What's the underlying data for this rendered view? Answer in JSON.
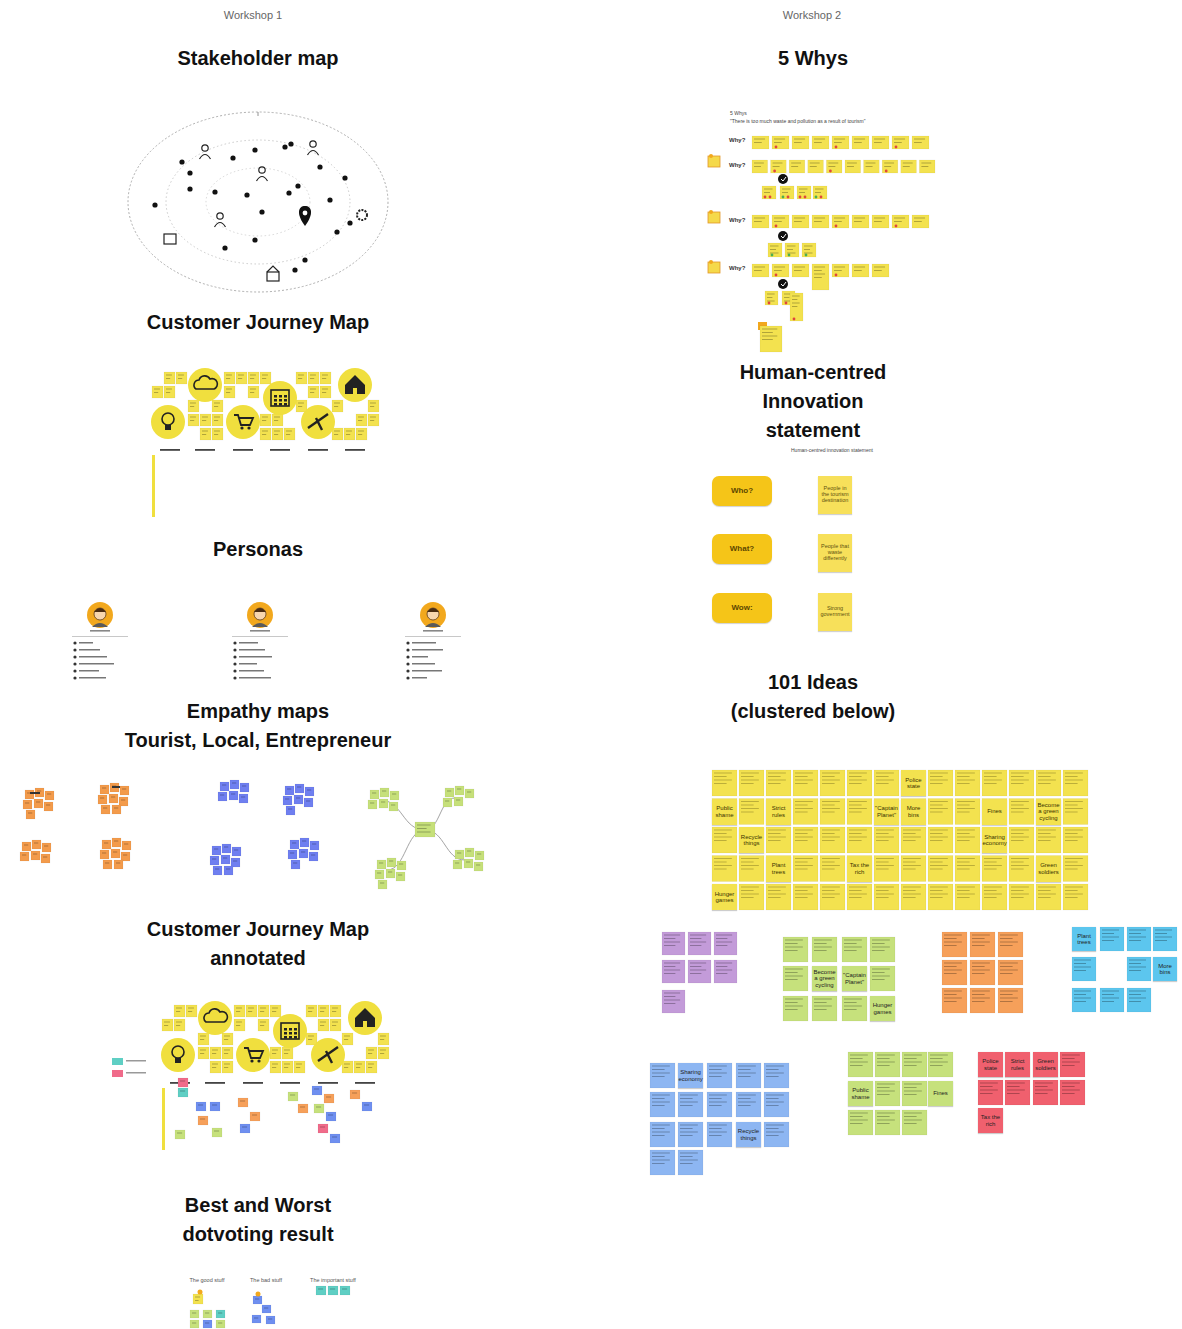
{
  "diagram": {
    "nodes": [
      {
        "text": [
          "Who?"
        ]
      },
      {
        "text": [
          "People in the tourism destination"
        ]
      },
      {
        "text": [
          "What?"
        ]
      },
      {
        "text": [
          "People that waste differently"
        ]
      },
      {
        "text": [
          "Wow:"
        ]
      },
      {
        "text": [
          "Strong government"
        ]
      },
      {
        "text": [
          "Police state"
        ]
      },
      {
        "text": [
          "Public shame"
        ]
      },
      {
        "text": [
          "Strict rules"
        ]
      },
      {
        "text": [
          "\"Captain Planet\""
        ]
      },
      {
        "text": [
          "More bins"
        ]
      },
      {
        "text": [
          "Fines"
        ]
      },
      {
        "text": [
          "Become a green cycling"
        ]
      },
      {
        "text": [
          "Recycle things"
        ]
      },
      {
        "text": [
          "Sharing economy"
        ]
      },
      {
        "text": [
          "Plant trees"
        ]
      },
      {
        "text": [
          "Tax the rich"
        ]
      },
      {
        "text": [
          "Green soldiers"
        ]
      },
      {
        "text": [
          "Hunger games"
        ]
      },
      {
        "text": [
          "Become a green cycling"
        ]
      },
      {
        "text": [
          "\"Captain Planet\""
        ]
      },
      {
        "text": [
          "Hunger games"
        ]
      },
      {
        "text": [
          "Plant trees"
        ]
      },
      {
        "text": [
          "More bins"
        ]
      },
      {
        "text": [
          "Sharing economy"
        ]
      },
      {
        "text": [
          "Recycle things"
        ]
      },
      {
        "text": [
          "Public shame"
        ]
      },
      {
        "text": [
          "Fines"
        ]
      },
      {
        "text": [
          "Police state"
        ]
      },
      {
        "text": [
          "Strict rules"
        ]
      },
      {
        "text": [
          "Green soldiers"
        ]
      },
      {
        "text": [
          "Tax the rich"
        ]
      }
    ],
    "labels": [
      "Workshop 1",
      "Workshop 2",
      "Stakeholder map",
      "5 Whys",
      "5 Whys",
      "\"There is too much waste and pollution as a result of tourism\"",
      "Why?",
      "Why?",
      "Why?",
      "Why?",
      "Customer Journey Map",
      "Human-centred Innovation statement",
      "Human-centred innovation statement",
      "Personas",
      "101 Ideas (clustered below)",
      "Empathy maps",
      "Tourist, Local, Entrepreneur",
      "Customer Journey Map annotated",
      "Best and Worst dotvoting result",
      "The good stuff",
      "The bad stuff",
      "The important stuff"
    ]
  }
}
